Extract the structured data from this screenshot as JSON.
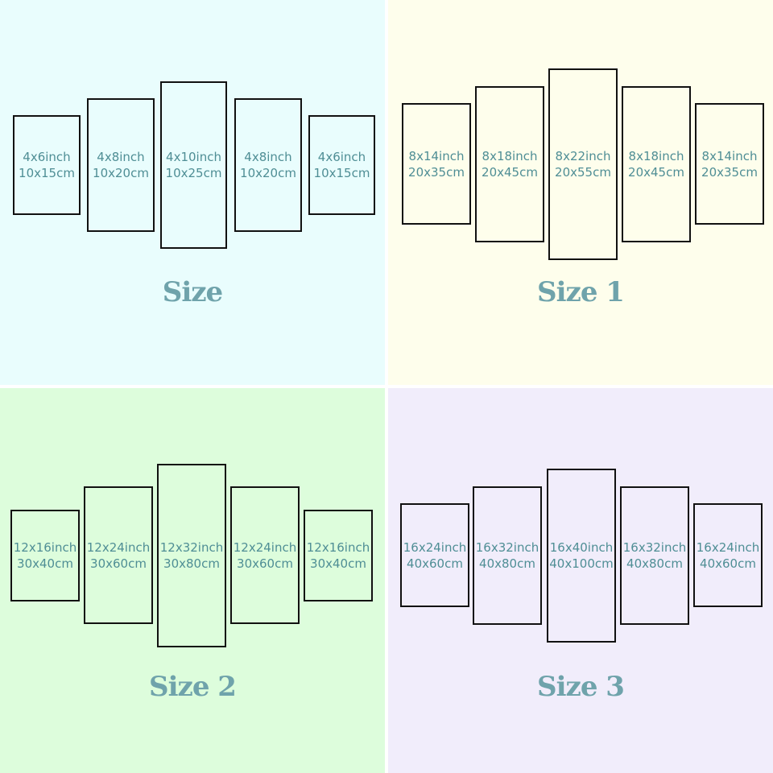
{
  "colors": {
    "bg0": "#e9fdfd",
    "bg1": "#fefeec",
    "bg2": "#ddfddc",
    "bg3": "#f1edfb",
    "title": "#6fa3ab",
    "label": "#4f8e95",
    "border": "#111111"
  },
  "groups": [
    {
      "title": "Size",
      "panels": [
        {
          "inch": "4x6inch",
          "cm": "10x15cm"
        },
        {
          "inch": "4x8inch",
          "cm": "10x20cm"
        },
        {
          "inch": "4x10inch",
          "cm": "10x25cm"
        },
        {
          "inch": "4x8inch",
          "cm": "10x20cm"
        },
        {
          "inch": "4x6inch",
          "cm": "10x15cm"
        }
      ]
    },
    {
      "title": "Size 1",
      "panels": [
        {
          "inch": "8x14inch",
          "cm": "20x35cm"
        },
        {
          "inch": "8x18inch",
          "cm": "20x45cm"
        },
        {
          "inch": "8x22inch",
          "cm": "20x55cm"
        },
        {
          "inch": "8x18inch",
          "cm": "20x45cm"
        },
        {
          "inch": "8x14inch",
          "cm": "20x35cm"
        }
      ]
    },
    {
      "title": "Size 2",
      "panels": [
        {
          "inch": "12x16inch",
          "cm": "30x40cm"
        },
        {
          "inch": "12x24inch",
          "cm": "30x60cm"
        },
        {
          "inch": "12x32inch",
          "cm": "30x80cm"
        },
        {
          "inch": "12x24inch",
          "cm": "30x60cm"
        },
        {
          "inch": "12x16inch",
          "cm": "30x40cm"
        }
      ]
    },
    {
      "title": "Size 3",
      "panels": [
        {
          "inch": "16x24inch",
          "cm": "40x60cm"
        },
        {
          "inch": "16x32inch",
          "cm": "40x80cm"
        },
        {
          "inch": "16x40inch",
          "cm": "40x100cm"
        },
        {
          "inch": "16x32inch",
          "cm": "40x80cm"
        },
        {
          "inch": "16x24inch",
          "cm": "40x60cm"
        }
      ]
    }
  ]
}
